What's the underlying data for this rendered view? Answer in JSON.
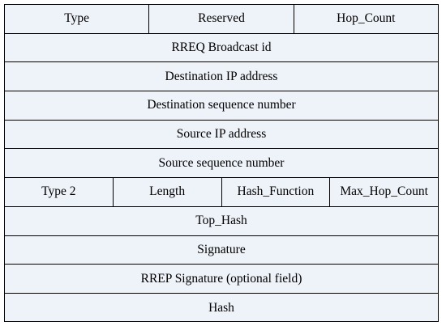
{
  "rows": [
    [
      "Type",
      "Reserved",
      "Hop_Count"
    ],
    [
      "RREQ Broadcast id"
    ],
    [
      "Destination IP address"
    ],
    [
      "Destination sequence number"
    ],
    [
      "Source IP address"
    ],
    [
      "Source sequence number"
    ],
    [
      "Type 2",
      "Length",
      "Hash_Function",
      "Max_Hop_Count"
    ],
    [
      "Top_Hash"
    ],
    [
      "Signature"
    ],
    [
      "RREP Signature (optional field)"
    ],
    [
      "Hash"
    ]
  ]
}
